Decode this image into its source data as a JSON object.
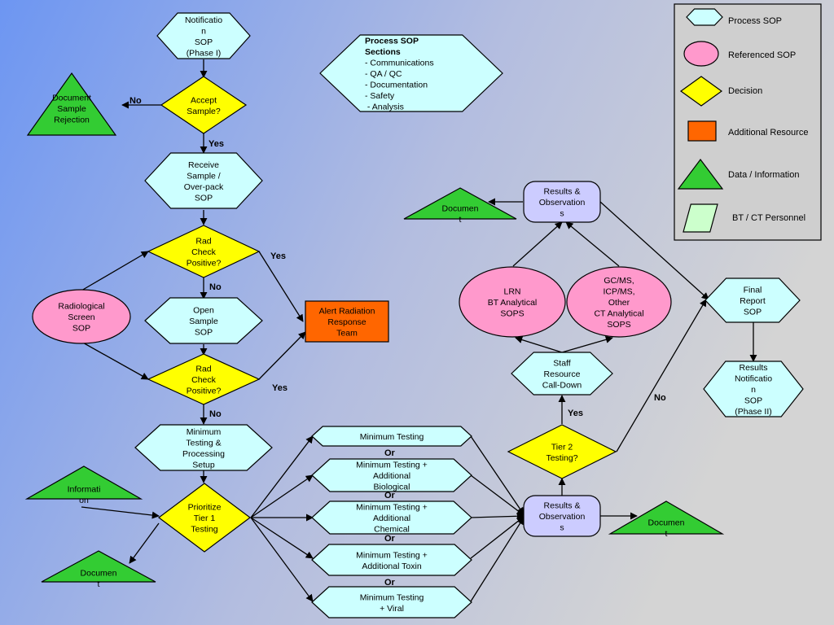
{
  "nodes": {
    "notification": "Notificatio|n|SOP|(Phase I)",
    "accept": "Accept|Sample?",
    "doc_rejection": "Document|Sample|Rejection",
    "receive": "Receive|Sample /|Over-pack|SOP",
    "rad1": "Rad|Check|Positive?",
    "radiological": "Radiological|Screen|SOP",
    "open_sample": "Open|Sample|SOP",
    "rad2": "Rad|Check|Positive?",
    "alert": "Alert Radiation|Response|Team",
    "min_processing": "Minimum|Testing &|Processing|Setup",
    "information": "Informati|on",
    "prioritize": "Prioritize|Tier 1|Testing",
    "document_bl": "Documen|t",
    "mt1": "Minimum Testing",
    "mt2": "Minimum Testing +|Additional|Biological",
    "mt3": "Minimum Testing +|Additional|Chemical",
    "mt4": "Minimum Testing +|Additional Toxin",
    "mt5": "Minimum Testing|+ Viral",
    "results_obs_bottom": "Results &|Observation|s",
    "document_br": "Documen|t",
    "tier2": "Tier 2|Testing?",
    "staff": "Staff|Resource|Call-Down",
    "lrn": "LRN|BT Analytical|SOPS",
    "gcms": "GC/MS,|ICP/MS,|Other|CT Analytical|SOPS",
    "results_obs_top": "Results &|Observation|s",
    "document_top": "Documen|t",
    "final_report": "Final|Report|SOP",
    "results_notification": "Results|Notificatio|n|SOP|(Phase II)",
    "process_sections": "Process SOP|Sections|- Communications|- QA / QC|- Documentation|- Safety|  - Analysis"
  },
  "labels": {
    "no_accept": "No",
    "yes_accept": "Yes",
    "yes_rad1": "Yes",
    "no_rad1": "No",
    "yes_rad2": "Yes",
    "no_rad2": "No",
    "or1": "Or",
    "or2": "Or",
    "or3": "Or",
    "or4": "Or",
    "yes_tier2": "Yes",
    "no_tier2": "No"
  },
  "legend": {
    "process": "Process  SOP",
    "referenced": "Referenced  SOP",
    "decision": "Decision",
    "additional": "Additional Resource",
    "data": "Data / Information",
    "personnel": "BT / CT Personnel"
  },
  "colors": {
    "process": "#ccffff",
    "referenced": "#ff99cc",
    "decision": "#ffff00",
    "additional": "#ff6600",
    "data": "#33cc33",
    "personnel": "#ccffcc",
    "results": "#ccccff",
    "bg_left": "#6d96f2",
    "bg_right": "#d4d4d4"
  }
}
